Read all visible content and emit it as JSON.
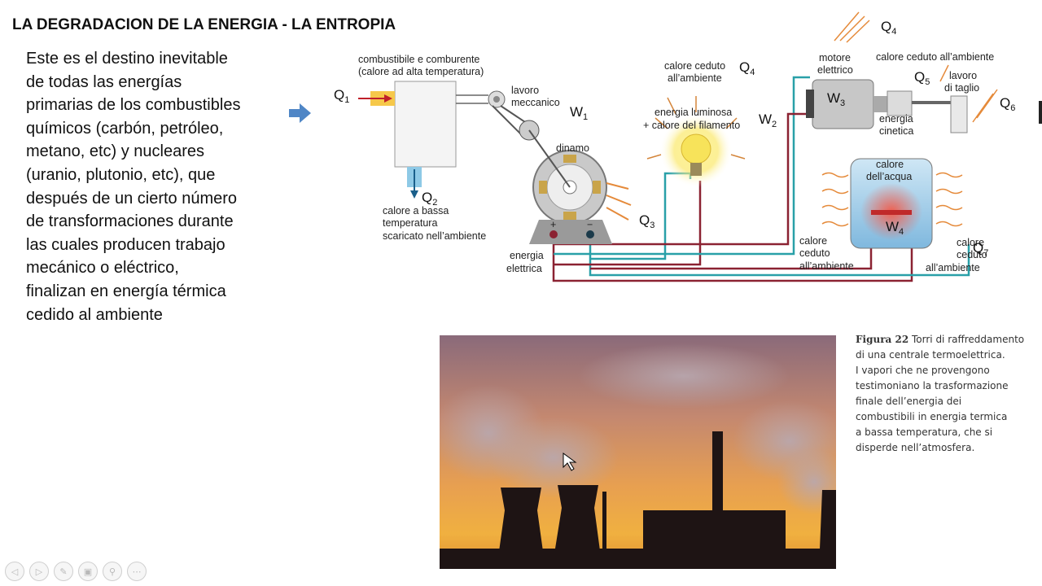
{
  "slide": {
    "title": "LA DEGRADACION DE LA ENERGIA - LA ENTROPIA",
    "paragraph_lines": [
      "Este es el destino inevitable",
      "de todas las energías",
      "primarias de los combustibles",
      "químicos (carbón, petróleo,",
      "metano, etc) y nucleares",
      "(uranio, plutonio, etc), que",
      "después de un cierto número",
      "de transformaciones durante",
      "las cuales producen trabajo",
      "mecánico o eléctrico,",
      "finalizan en energía térmica",
      "cedido al ambiente"
    ]
  },
  "diagram": {
    "combustibile_line1": "combustibile e comburente",
    "combustibile_line2": "(calore ad alta temperatura)",
    "lavoro_line1": "lavoro",
    "lavoro_line2": "meccanico",
    "dinamo": "dinamo",
    "calore_bassa_line1": "calore a bassa",
    "calore_bassa_line2": "temperatura",
    "calore_bassa_line3": "scaricato nell’ambiente",
    "energia_elettrica_line1": "energia",
    "energia_elettrica_line2": "elettrica",
    "calore_ceduto_lamp_line1": "calore ceduto",
    "calore_ceduto_lamp_line2": "all’ambiente",
    "energia_luminosa_line1": "energia luminosa",
    "energia_luminosa_line2": "+ calore del filamento",
    "motore_line1": "motore",
    "motore_line2": "elettrico",
    "calore_ceduto_top": "calore ceduto all’ambiente",
    "lavoro_taglio_line1": "lavoro",
    "lavoro_taglio_line2": "di taglio",
    "energia_cinetica_line1": "energia",
    "energia_cinetica_line2": "cinetica",
    "calore_acqua_line1": "calore",
    "calore_acqua_line2": "dell’acqua",
    "calore_left_line1": "calore",
    "calore_left_line2": "ceduto",
    "calore_left_line3": "all’ambiente",
    "calore_right_line1": "calore",
    "calore_right_line2": "ceduto",
    "calore_right_line3": "all’ambiente",
    "plus": "+",
    "minus": "−",
    "q_symbol": "Q",
    "w_symbol": "W",
    "q1": "1",
    "q2": "2",
    "q3": "3",
    "q4": "4",
    "q5": "5",
    "q6": "6",
    "q7": "7",
    "w1": "1",
    "w2": "2",
    "w3": "3",
    "w4": "4"
  },
  "figure": {
    "label": "Figura 22",
    "caption_lines": [
      "Torri di raffreddamento",
      "di una centrale termoelettrica.",
      "I vapori che ne provengono",
      "testimoniano la trasformazione",
      "finale dell’energia dei",
      "combustibili in energia termica",
      "a bassa temperatura, che si",
      "disperde nell’atmosfera."
    ]
  },
  "player": {
    "buttons": [
      "◁",
      "▷",
      "✎",
      "▣",
      "⚲",
      "⋯"
    ]
  },
  "colors": {
    "arrow": "#4f86c6",
    "wire_red": "#8b2232",
    "wire_teal": "#29a0a8",
    "heat_arrow": "#e58a3a"
  }
}
